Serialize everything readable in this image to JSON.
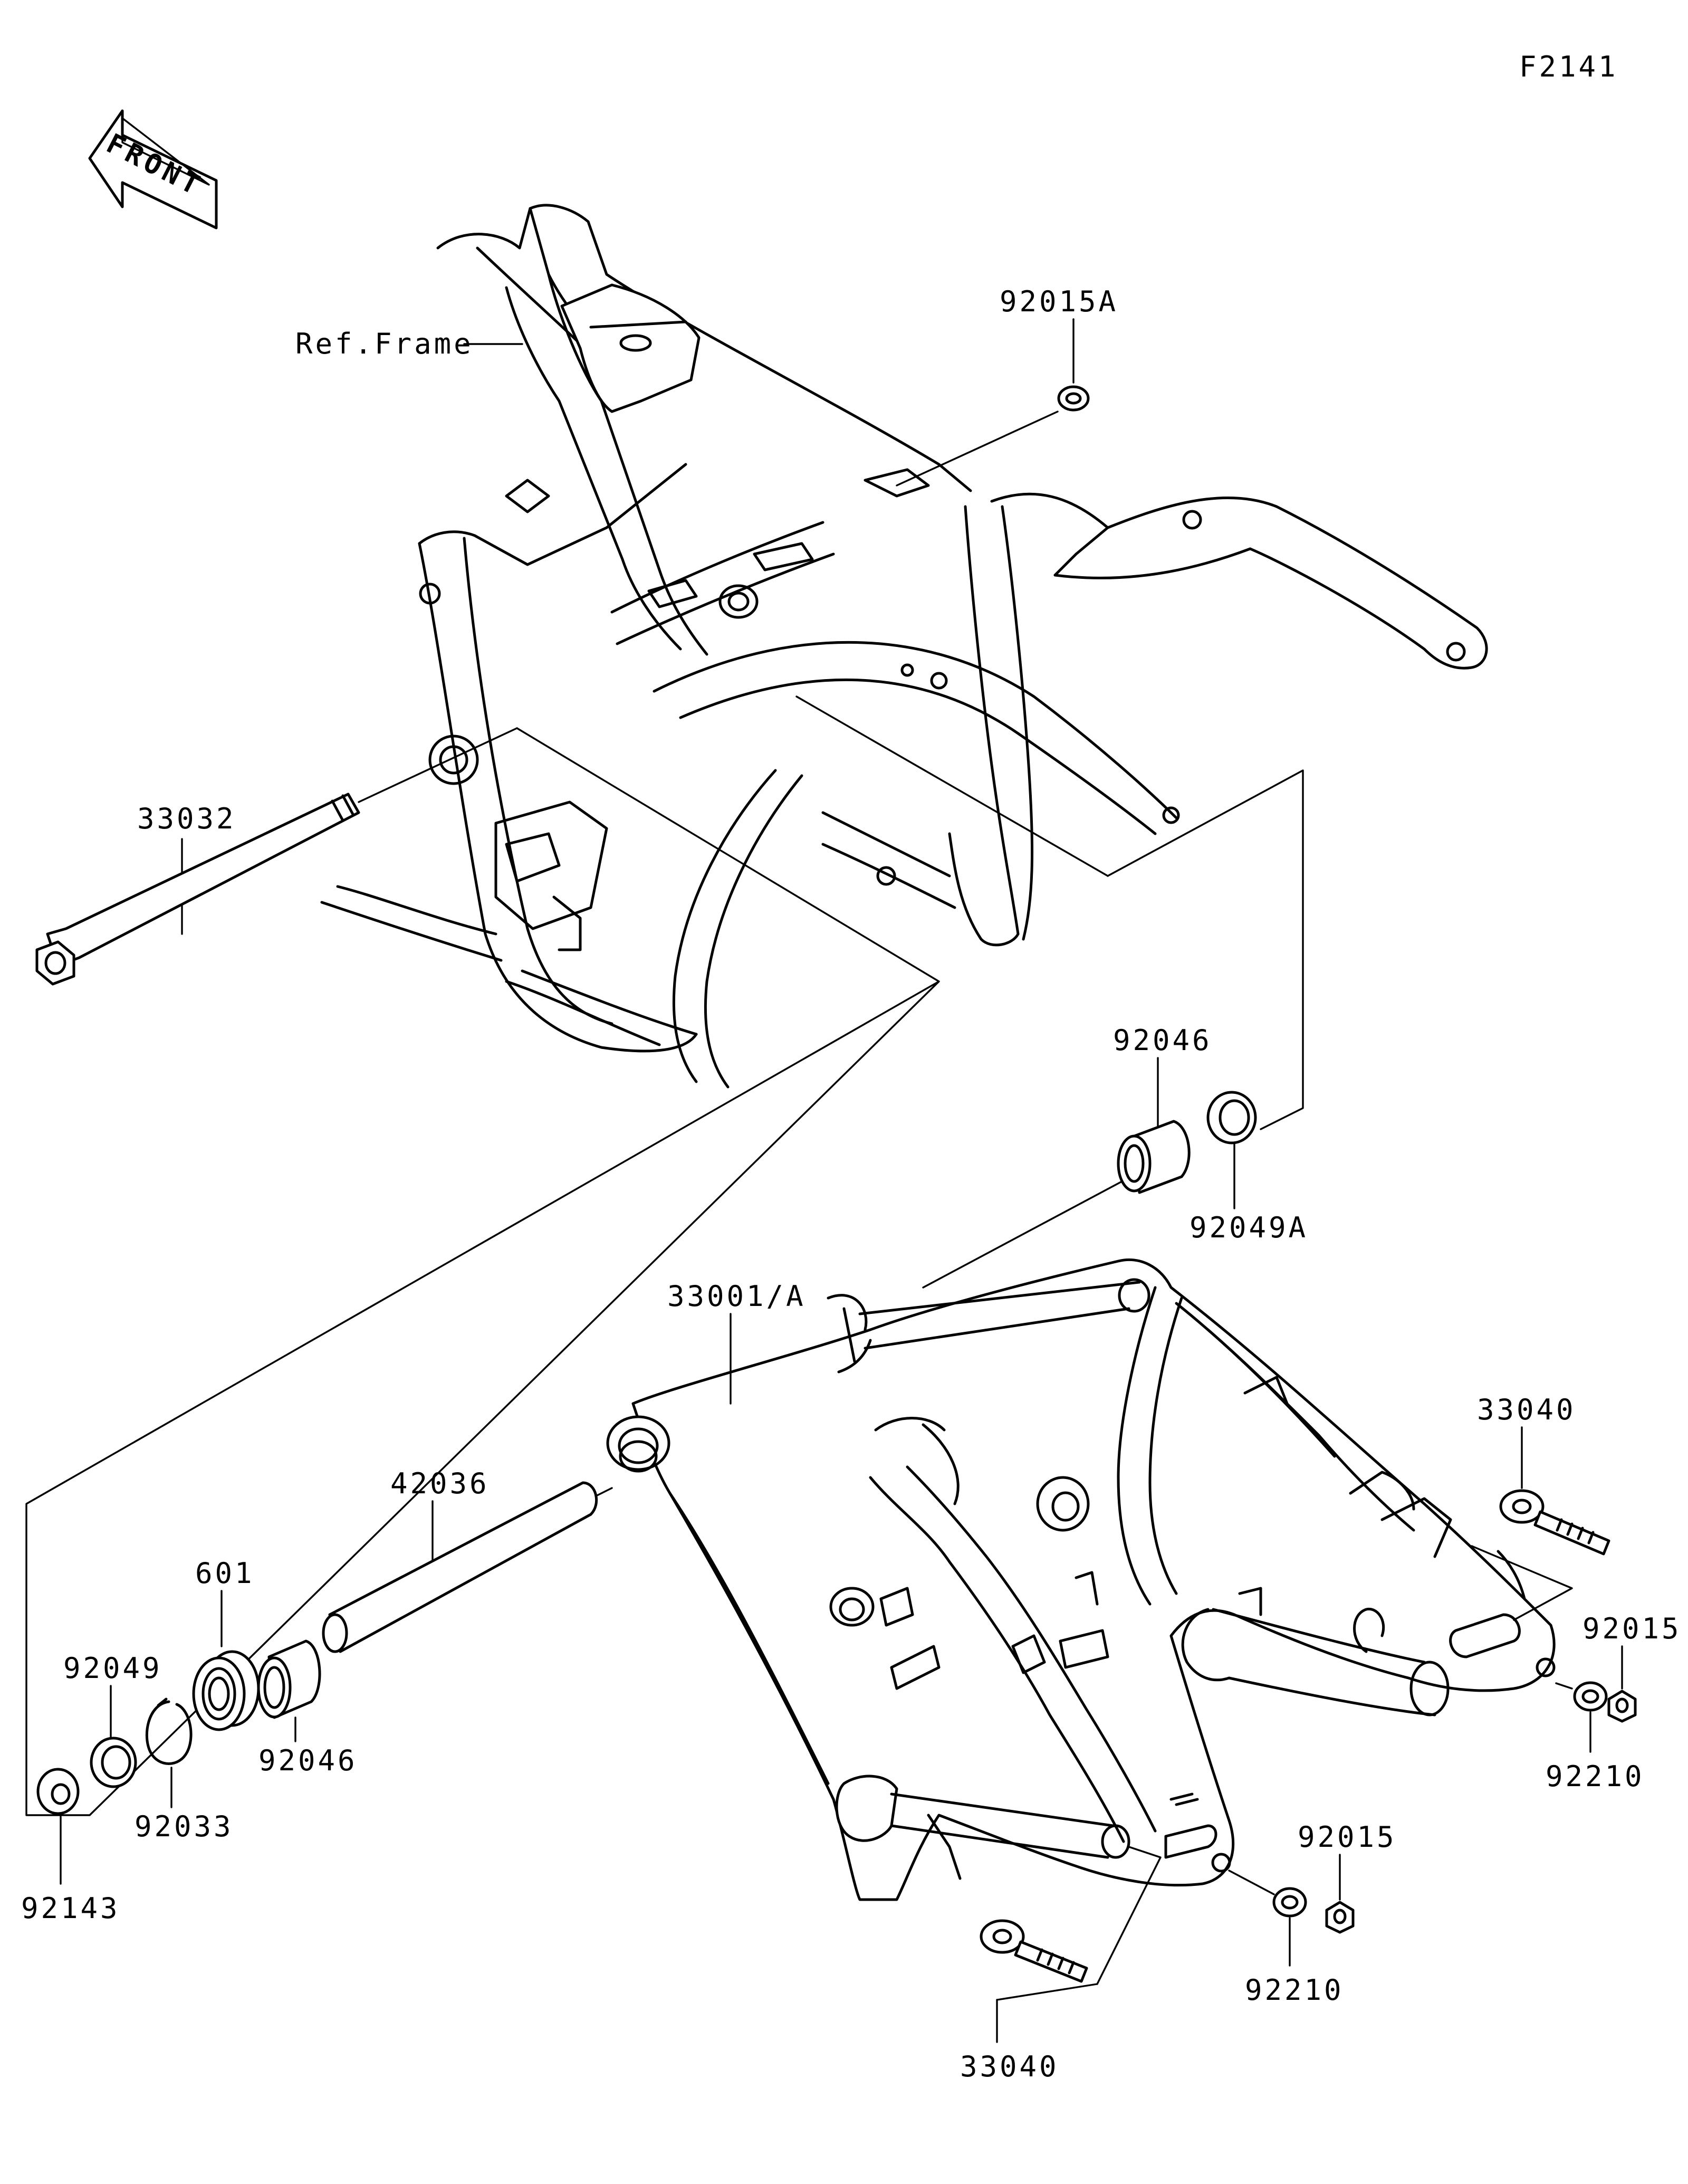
{
  "diagram_code": "F2141",
  "front_label": "FRONT",
  "ref_frame_label": "Ref.Frame",
  "parts": {
    "p92015A": "92015A",
    "p33032": "33032",
    "p92046_upper": "92046",
    "p92049A": "92049A",
    "p33001A": "33001/A",
    "p42036": "42036",
    "p601": "601",
    "p92049": "92049",
    "p92046_lower": "92046",
    "p92033": "92033",
    "p92143": "92143",
    "p33040_right": "33040",
    "p92015_right": "92015",
    "p92210_right": "92210",
    "p92015_lower": "92015",
    "p92210_lower": "92210",
    "p33040_lower": "33040"
  }
}
